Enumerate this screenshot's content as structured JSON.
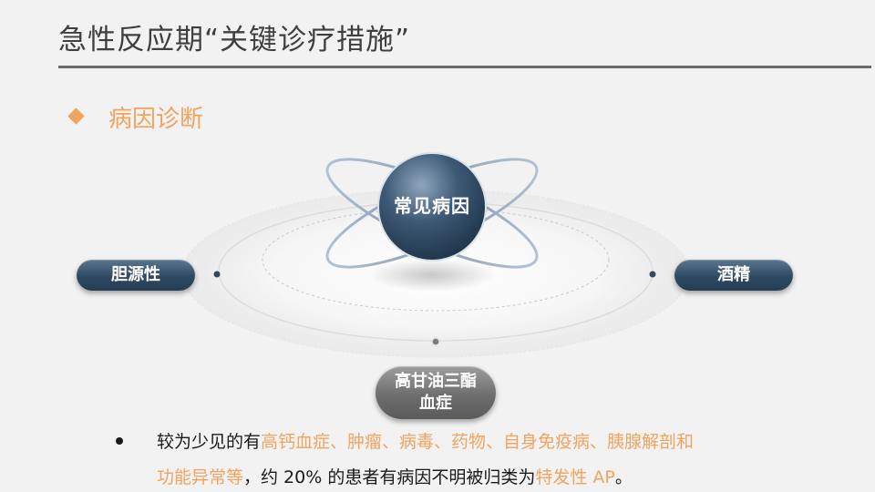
{
  "header": {
    "title": "急性反应期“关键诊疗措施”"
  },
  "section": {
    "title": "病因诊断"
  },
  "diagram": {
    "center": "常见病因",
    "left": "胆源性",
    "right": "酒精",
    "bottom_line1": "高甘油三酯",
    "bottom_line2": "血症"
  },
  "body": {
    "line1_normal": "较为少见的有",
    "line1_highlight": "高钙血症、肿瘤、病毒、药物、自身免疫病、胰腺解剖和",
    "line2_highlight": "功能异常等",
    "line2_normal": "，约 20% 的患者有病因不明被归类为",
    "line2_highlight2": "特发性 AP",
    "line2_end": "。"
  },
  "colors": {
    "accent": "#f0a460",
    "pill_dark": "#2f4a63",
    "pill_gray": "#6e6e6e",
    "text": "#1a1a1a",
    "rule": "#6b6b6b"
  }
}
